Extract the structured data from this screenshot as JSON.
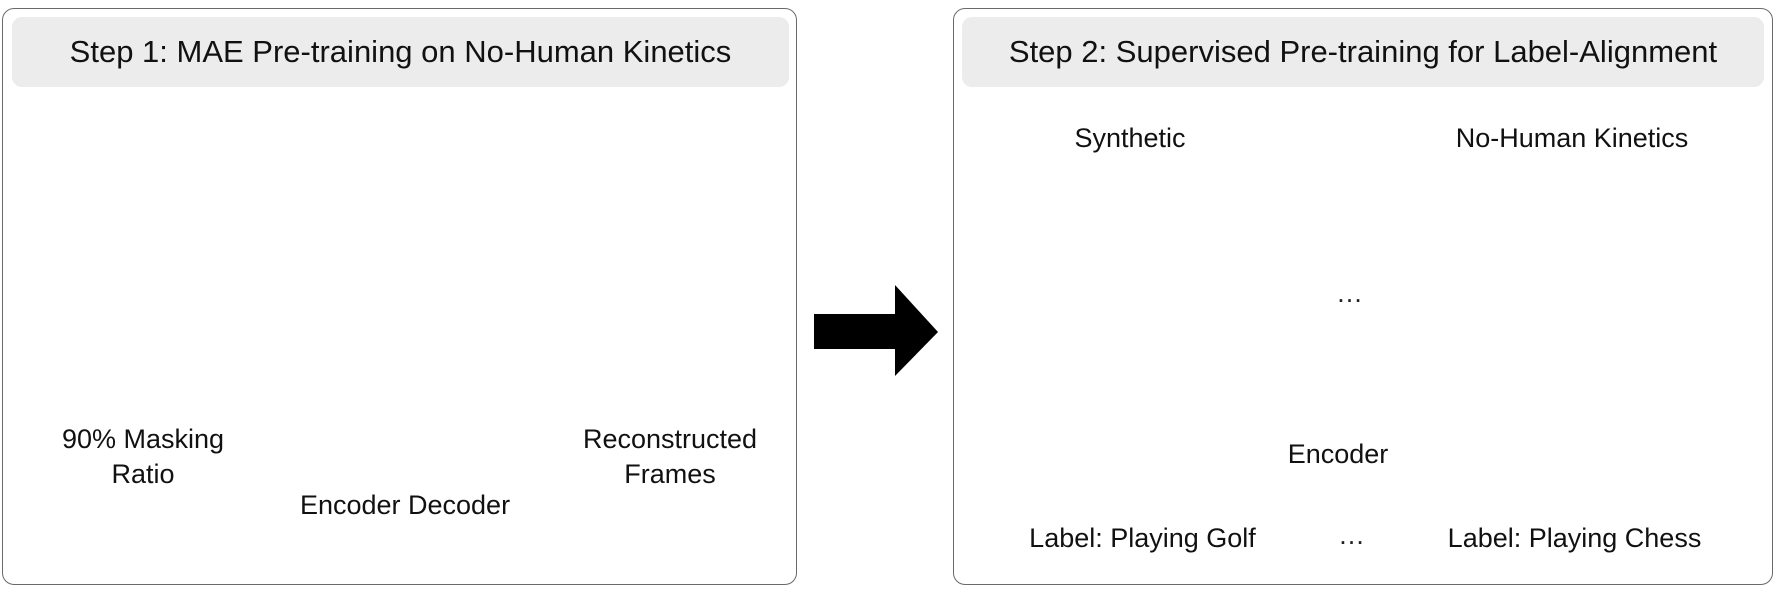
{
  "step1": {
    "title": "Step 1: MAE Pre-training on No-Human Kinetics",
    "masking_label_line1": "90% Masking",
    "masking_label_line2": "Ratio",
    "model_label": "Encoder Decoder",
    "recon_label_line1": "Reconstructed",
    "recon_label_line2": "Frames"
  },
  "step2": {
    "title": "Step 2: Supervised Pre-training for Label-Alignment",
    "synthetic_label": "Synthetic",
    "kinetics_label": "No-Human Kinetics",
    "ellipsis_top": "…",
    "encoder_label": "Encoder",
    "label_left": "Label: Playing Golf",
    "ellipsis_bottom": "…",
    "label_right": "Label: Playing Chess"
  },
  "colors": {
    "model_fill": "#a8c3c8",
    "header_bg": "#ececec",
    "arrow": "#000000"
  }
}
